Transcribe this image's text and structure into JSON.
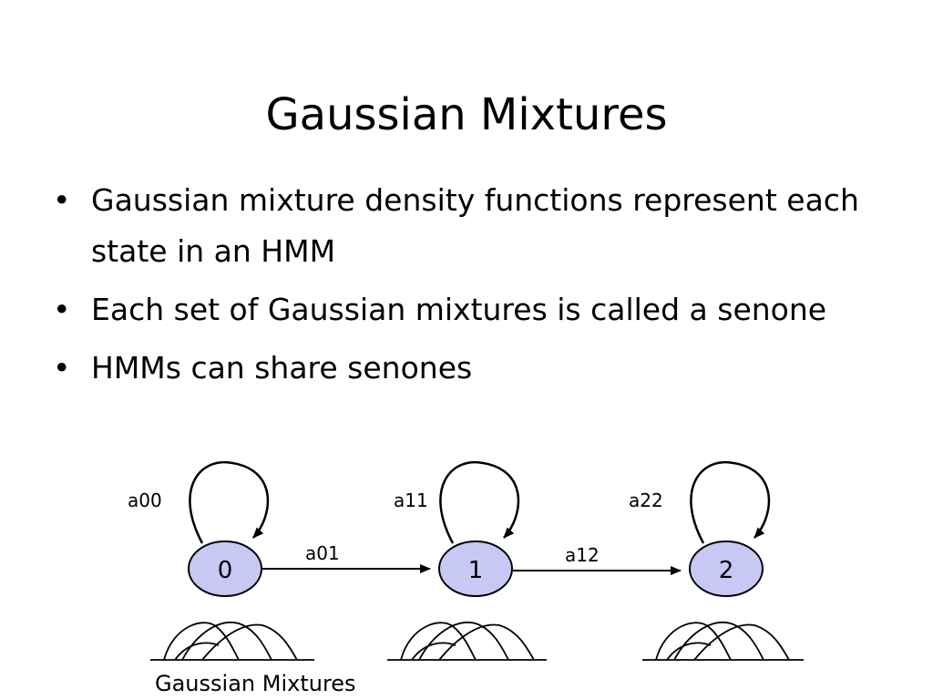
{
  "slide": {
    "title": "Gaussian Mixtures",
    "bullets": [
      "Gaussian mixture density functions represent each state in an HMM",
      "Each set of Gaussian mixtures is called a senone",
      "HMMs can share senones"
    ],
    "bullet_symbol": "•"
  },
  "diagram": {
    "states": [
      {
        "label": "0",
        "self_loop_label": "a00"
      },
      {
        "label": "1",
        "self_loop_label": "a11"
      },
      {
        "label": "2",
        "self_loop_label": "a22"
      }
    ],
    "transitions": [
      {
        "label": "a01"
      },
      {
        "label": "a12"
      }
    ],
    "caption": "Gaussian Mixtures",
    "colors": {
      "state_fill": "#c8c8f5",
      "stroke": "#000000"
    }
  }
}
